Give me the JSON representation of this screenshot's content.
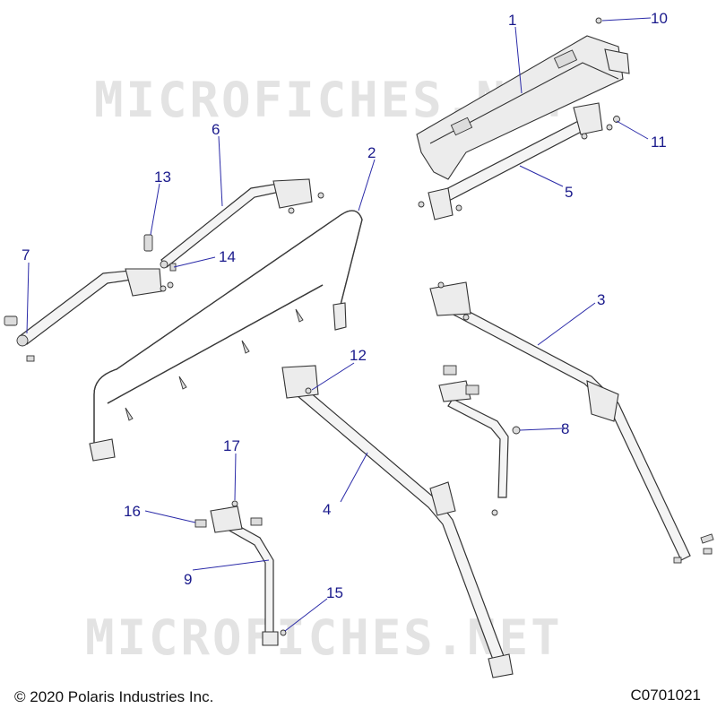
{
  "watermark": "MICROFICHES.NET",
  "copyright": "© 2020 Polaris Industries Inc.",
  "figure_code": "C0701021",
  "callouts": [
    "1",
    "2",
    "3",
    "4",
    "5",
    "6",
    "7",
    "8",
    "9",
    "10",
    "11",
    "12",
    "13",
    "14",
    "15",
    "16",
    "17"
  ]
}
